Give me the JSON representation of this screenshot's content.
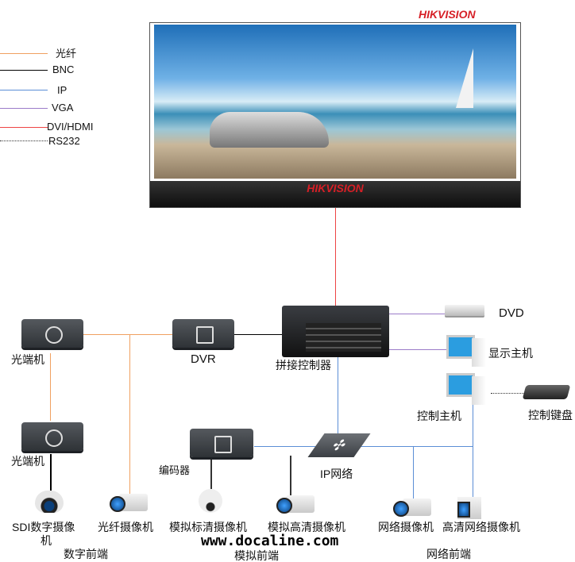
{
  "brand": {
    "logo_top": "HIKVISION",
    "logo_bar": "HIKVISION",
    "red": "#d61f26"
  },
  "legend": [
    {
      "label": "光纤",
      "color": "#f0a060"
    },
    {
      "label": "BNC",
      "color": "#000000"
    },
    {
      "label": "IP",
      "color": "#5b8ed6"
    },
    {
      "label": "VGA",
      "color": "#9b7bc9"
    },
    {
      "label": "DVI/HDMI",
      "color": "#ee4444"
    },
    {
      "label": "RS232",
      "color": "#333333"
    }
  ],
  "devices": {
    "fiber1": "光端机",
    "fiber2": "光端机",
    "dvr": "DVR",
    "controller": "拼接控制器",
    "dvd": "DVD",
    "display_host": "显示主机",
    "control_host": "控制主机",
    "keyboard": "控制键盘",
    "encoder": "编码器",
    "ip_net": "IP网络"
  },
  "cameras": {
    "sdi_a": "SDI数字摄像",
    "sdi_b": "机",
    "fiber": "光纤摄像机",
    "analog_sd": "模拟标清摄像机",
    "analog_hd": "模拟高清摄像机",
    "network": "网络摄像机",
    "hd_network": "高清网络摄像机"
  },
  "groups": {
    "digital": "数字前端",
    "analog": "模拟前端",
    "network": "网络前端"
  },
  "watermark": "www.docaline.com"
}
